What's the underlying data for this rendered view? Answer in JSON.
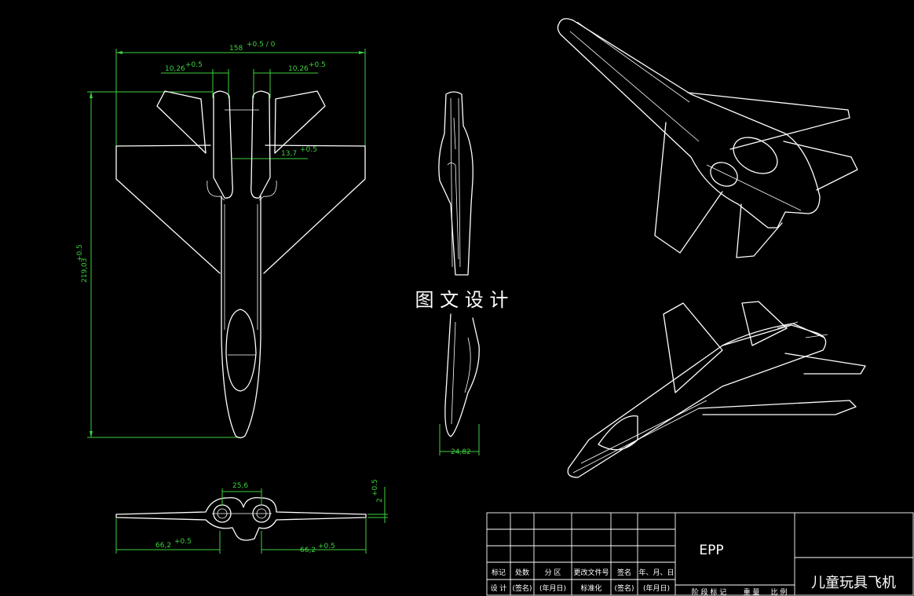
{
  "drawing": {
    "watermark": "图 文 设 计",
    "material": "EPP",
    "title": "儿童玩具飞机"
  },
  "dimensions": {
    "span_top": "158",
    "span_top_tol": "+0.5 / 0",
    "nozzle_left": "10,26",
    "nozzle_left_tol": "+0.5",
    "nozzle_right": "10,26",
    "nozzle_right_tol": "+0.5",
    "nozzle_gap": "13,7",
    "nozzle_gap_tol": "+0.5",
    "length": "219,03",
    "length_tol": "+0.5",
    "side_depth": "24,82",
    "front_gap": "25,6",
    "front_half_left": "66,2",
    "front_half_left_tol": "+0.5",
    "front_half_right": "66,2",
    "front_half_right_tol": "+0.5",
    "front_thickness": "2",
    "front_thickness_tol": "+0.5"
  },
  "title_block": {
    "r1": [
      "标记",
      "处数",
      "分 区",
      "更改文件号",
      "签名",
      "年、月、日"
    ],
    "r2": [
      "设 计",
      "(签名)",
      "(年月日)",
      "标准化",
      "(签名)",
      "(年月日)"
    ],
    "r3": [
      "阶 段 标 记",
      "重 量",
      "比 例"
    ]
  }
}
